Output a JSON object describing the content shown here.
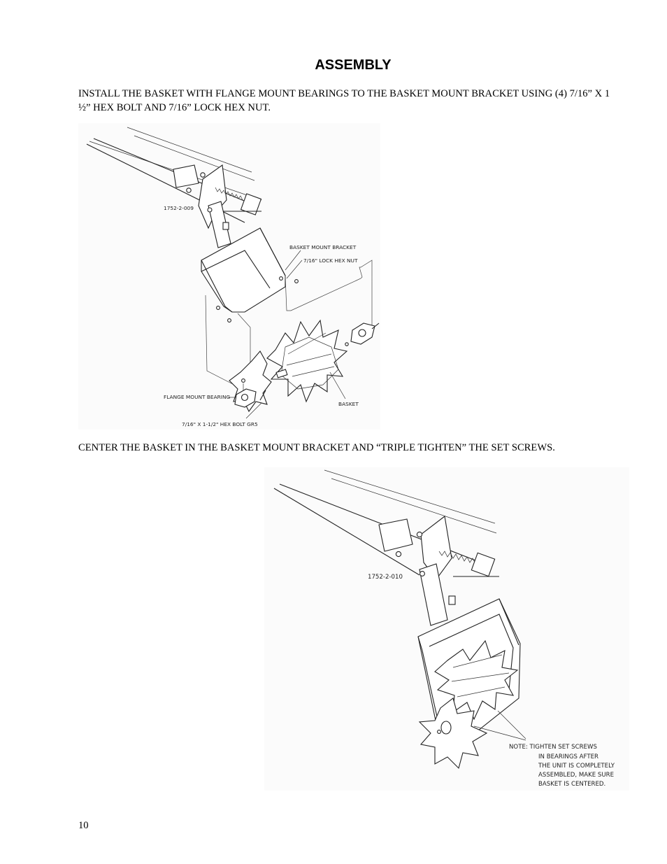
{
  "heading": "ASSEMBLY",
  "paragraphs": [
    "INSTALL THE BASKET WITH FLANGE MOUNT BEARINGS TO THE BASKET MOUNT BRACKET USING (4) 7/16” X 1 ½” HEX BOLT AND 7/16” LOCK HEX NUT.",
    "CENTER THE BASKET IN THE BASKET MOUNT BRACKET AND “TRIPLE TIGHTEN” THE SET SCREWS."
  ],
  "figure1": {
    "part_number": "1752-2-009",
    "labels": {
      "basket_mount_bracket": "BASKET MOUNT BRACKET",
      "lock_hex_nut": "7/16\" LOCK HEX NUT",
      "flange_mount_bearing": "FLANGE MOUNT BEARING",
      "basket": "BASKET",
      "hex_bolt": "7/16\" X 1-1/2\" HEX BOLT GR5"
    }
  },
  "figure2": {
    "part_number": "1752-2-010",
    "note_lines": [
      "NOTE:  TIGHTEN SET SCREWS",
      "IN BEARINGS AFTER",
      "THE UNIT IS COMPLETELY",
      "ASSEMBLED, MAKE SURE",
      "BASKET IS CENTERED."
    ]
  },
  "page_number": "10"
}
